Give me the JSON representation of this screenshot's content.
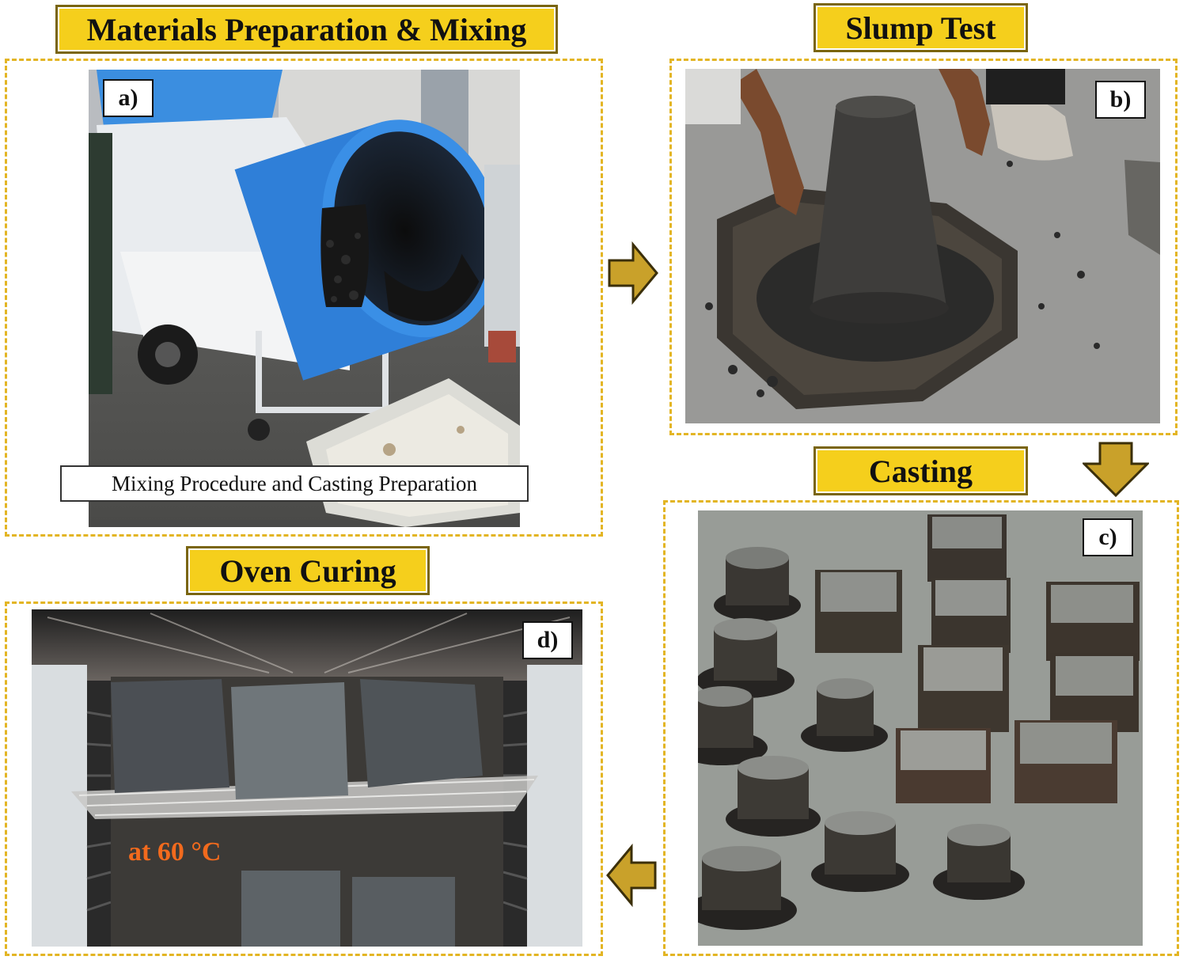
{
  "panels": {
    "a": {
      "title": "Materials Preparation & Mixing",
      "label": "a)",
      "caption": "Mixing Procedure and Casting Preparation"
    },
    "b": {
      "title": "Slump Test",
      "label": "b)"
    },
    "c": {
      "title": "Casting",
      "label": "c)"
    },
    "d": {
      "title": "Oven Curing",
      "label": "d)",
      "annotation": "at 60 °C"
    }
  },
  "colors": {
    "title_fill": "#f5cf1c",
    "frame_dash": "#e3b524",
    "arrow_fill": "#c9a12a",
    "temp_text": "#f26a1d",
    "mixer_blue": "#2f7fd8"
  }
}
